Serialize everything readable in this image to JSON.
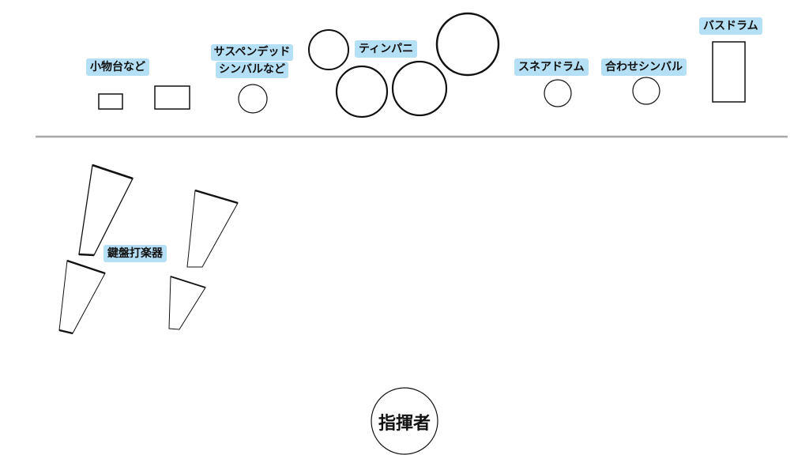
{
  "labels": {
    "small_instruments": "小物台など",
    "suspended_cymbal_line1": "サスペンデッド",
    "suspended_cymbal_line2": "シンバルなど",
    "timpani": "ティンパニ",
    "snare_drum": "スネアドラム",
    "crash_cymbals": "合わせシンバル",
    "bass_drum": "バスドラム",
    "keyboard_percussion": "鍵盤打楽器",
    "conductor": "指揮者"
  },
  "colors": {
    "label_background": "#b5dff5",
    "stroke": "#111111",
    "divider": "#a8a8a8"
  }
}
